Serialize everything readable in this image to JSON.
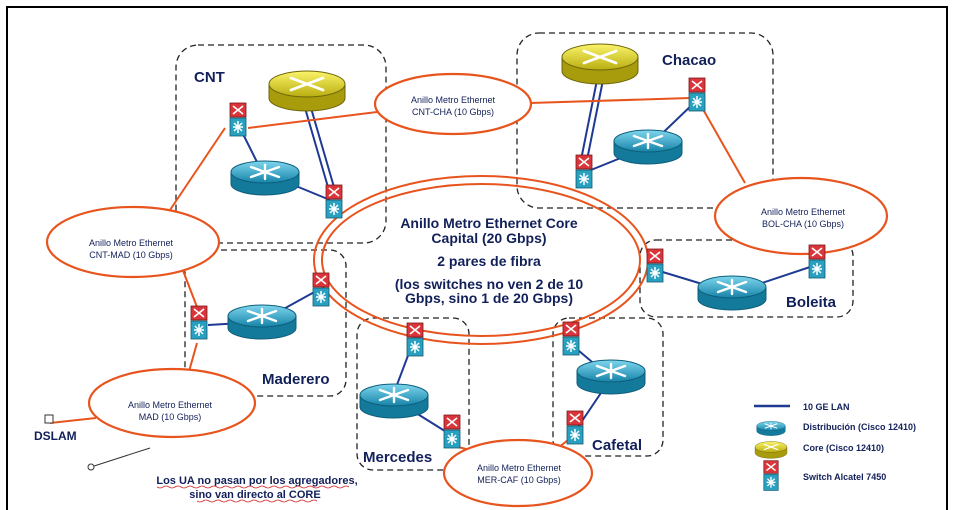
{
  "sites": {
    "cnt": "CNT",
    "chacao": "Chacao",
    "boleita": "Boleita",
    "maderero": "Maderero",
    "mercedes": "Mercedes",
    "cafetal": "Cafetal"
  },
  "rings": {
    "cnt_cha": [
      "Anillo Metro Ethernet",
      "CNT-CHA (10 Gbps)"
    ],
    "bol_cha": [
      "Anillo Metro Ethernet",
      "BOL-CHA (10 Gbps)"
    ],
    "cnt_mad": [
      "Anillo Metro Ethernet",
      "CNT-MAD (10 Gbps)"
    ],
    "mad": [
      "Anillo Metro Ethernet",
      "MAD (10 Gbps)"
    ],
    "mer_caf": [
      "Anillo Metro Ethernet",
      "MER-CAF (10 Gbps)"
    ]
  },
  "core": {
    "line1": "Anillo Metro Ethernet Core",
    "line2": "Capital (20 Gbps)",
    "line3": "2 pares de fibra",
    "line4": "(los switches no ven 2 de 10",
    "line5": "Gbps, sino 1 de 20 Gbps)"
  },
  "dslam": "DSLAM",
  "note": {
    "line1": "Los UA no pasan por los agregadores,",
    "line2": "sino van directo al CORE"
  },
  "legend": {
    "lan": "10 GE LAN",
    "distribution": "Distribución (Cisco 12410)",
    "core": "Core (Cisco 12410)",
    "switch": "Switch Alcatel 7450"
  },
  "colors": {
    "ring": "#e8541e",
    "lan": "#1f3a93",
    "router_blue": "#1ba3c6",
    "core_yellow": "#e8e01a",
    "switch_red": "#d9353a",
    "switch_teal": "#2aa0c0"
  }
}
